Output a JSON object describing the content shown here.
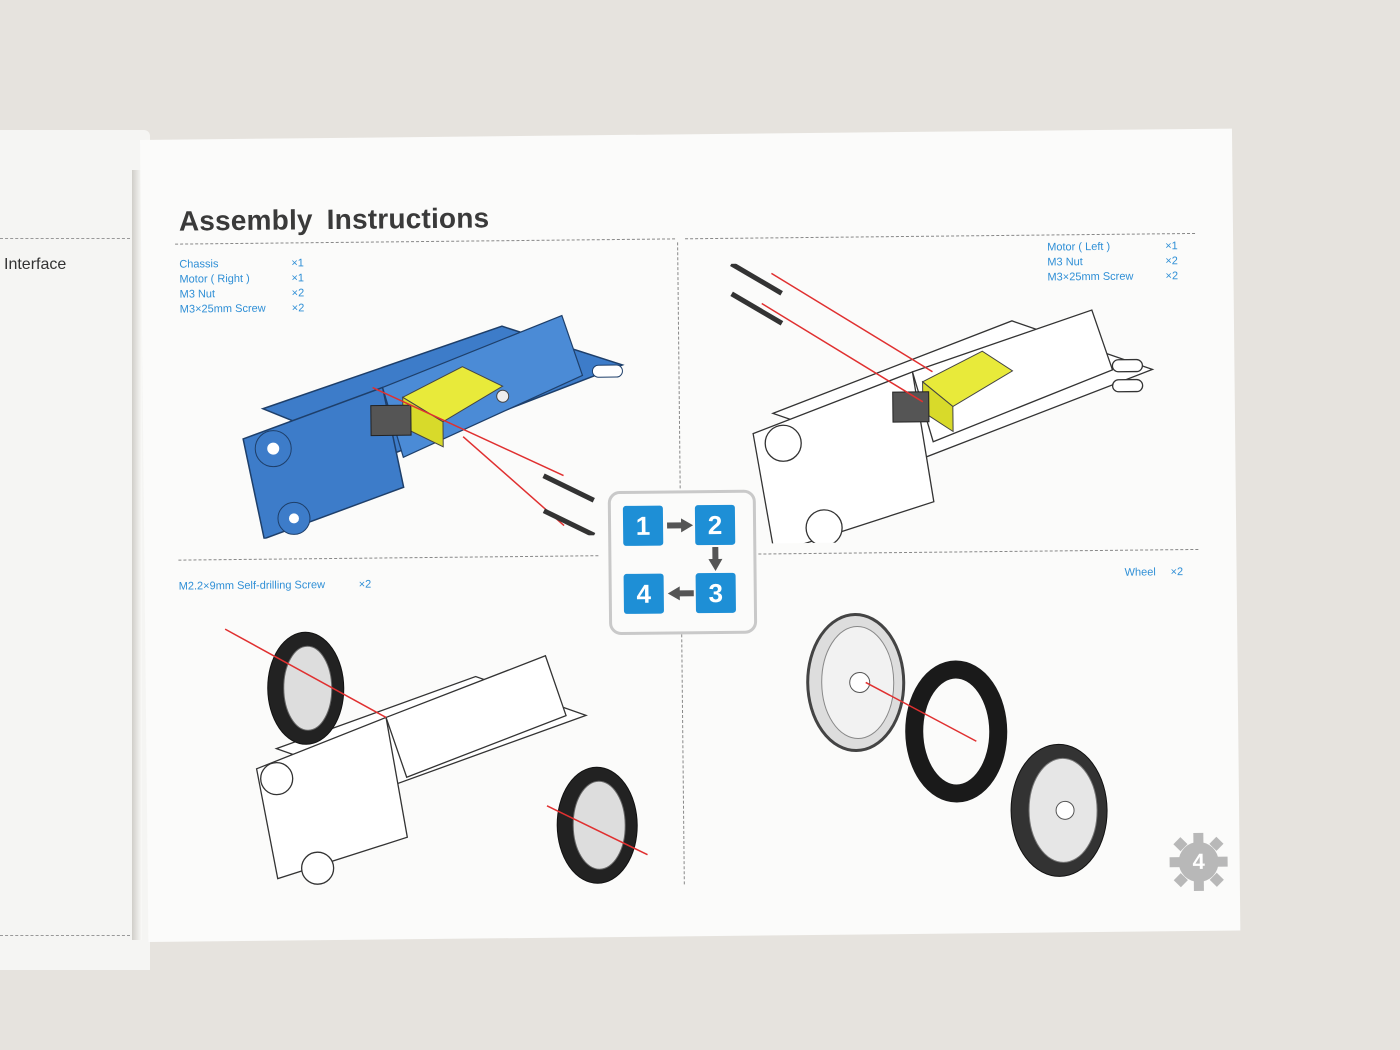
{
  "left_page": {
    "label": "Interface"
  },
  "page": {
    "title": "Assembly  Instructions",
    "page_number": "4"
  },
  "steps": [
    {
      "step": "1",
      "parts": [
        {
          "name": "Chassis",
          "qty": "×1"
        },
        {
          "name": "Motor ( Right )",
          "qty": "×1"
        },
        {
          "name": "M3 Nut",
          "qty": "×2"
        },
        {
          "name": "M3×25mm Screw",
          "qty": "×2"
        }
      ]
    },
    {
      "step": "2",
      "parts": [
        {
          "name": "Motor ( Left )",
          "qty": "×1"
        },
        {
          "name": "M3 Nut",
          "qty": "×2"
        },
        {
          "name": "M3×25mm Screw",
          "qty": "×2"
        }
      ]
    },
    {
      "step": "3",
      "parts": [
        {
          "name": "Wheel",
          "qty": "×2"
        }
      ]
    },
    {
      "step": "4",
      "parts": [
        {
          "name": "M2.2×9mm Self-drilling Screw",
          "qty": "×2"
        }
      ]
    }
  ],
  "flow": {
    "order": [
      "1",
      "2",
      "3",
      "4"
    ]
  },
  "colors": {
    "accent": "#1e8fd6",
    "chassis": "#3d7cc9",
    "motor": "#e8ea3a",
    "arrow": "#e03030"
  },
  "icons": [
    "arrow-right-icon",
    "arrow-down-icon",
    "arrow-left-icon",
    "gear-icon"
  ]
}
